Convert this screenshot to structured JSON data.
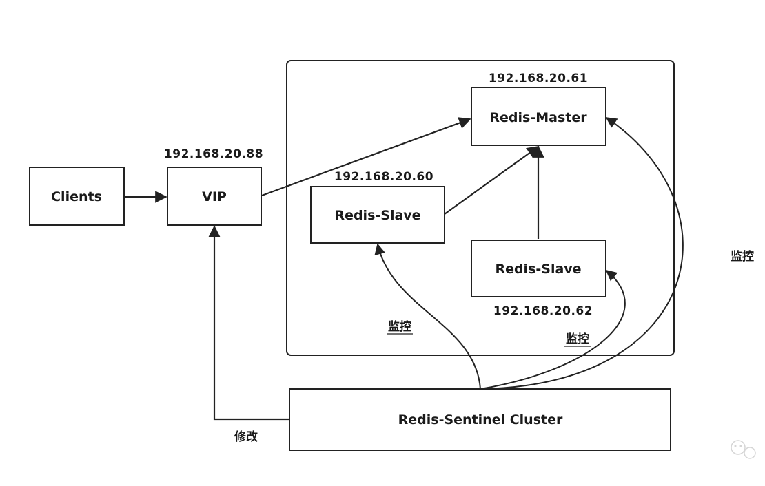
{
  "nodes": {
    "clients": "Clients",
    "vip": "VIP",
    "master": "Redis-Master",
    "slave1": "Redis-Slave",
    "slave2": "Redis-Slave",
    "sentinel": "Redis-Sentinel Cluster"
  },
  "ips": {
    "vip": "192.168.20.88",
    "master": "192.168.20.61",
    "slave1": "192.168.20.60",
    "slave2": "192.168.20.62"
  },
  "edge_labels": {
    "monitor_slave1": "监控",
    "monitor_slave2": "监控",
    "monitor_master": "监控",
    "modify_vip": "修改"
  }
}
